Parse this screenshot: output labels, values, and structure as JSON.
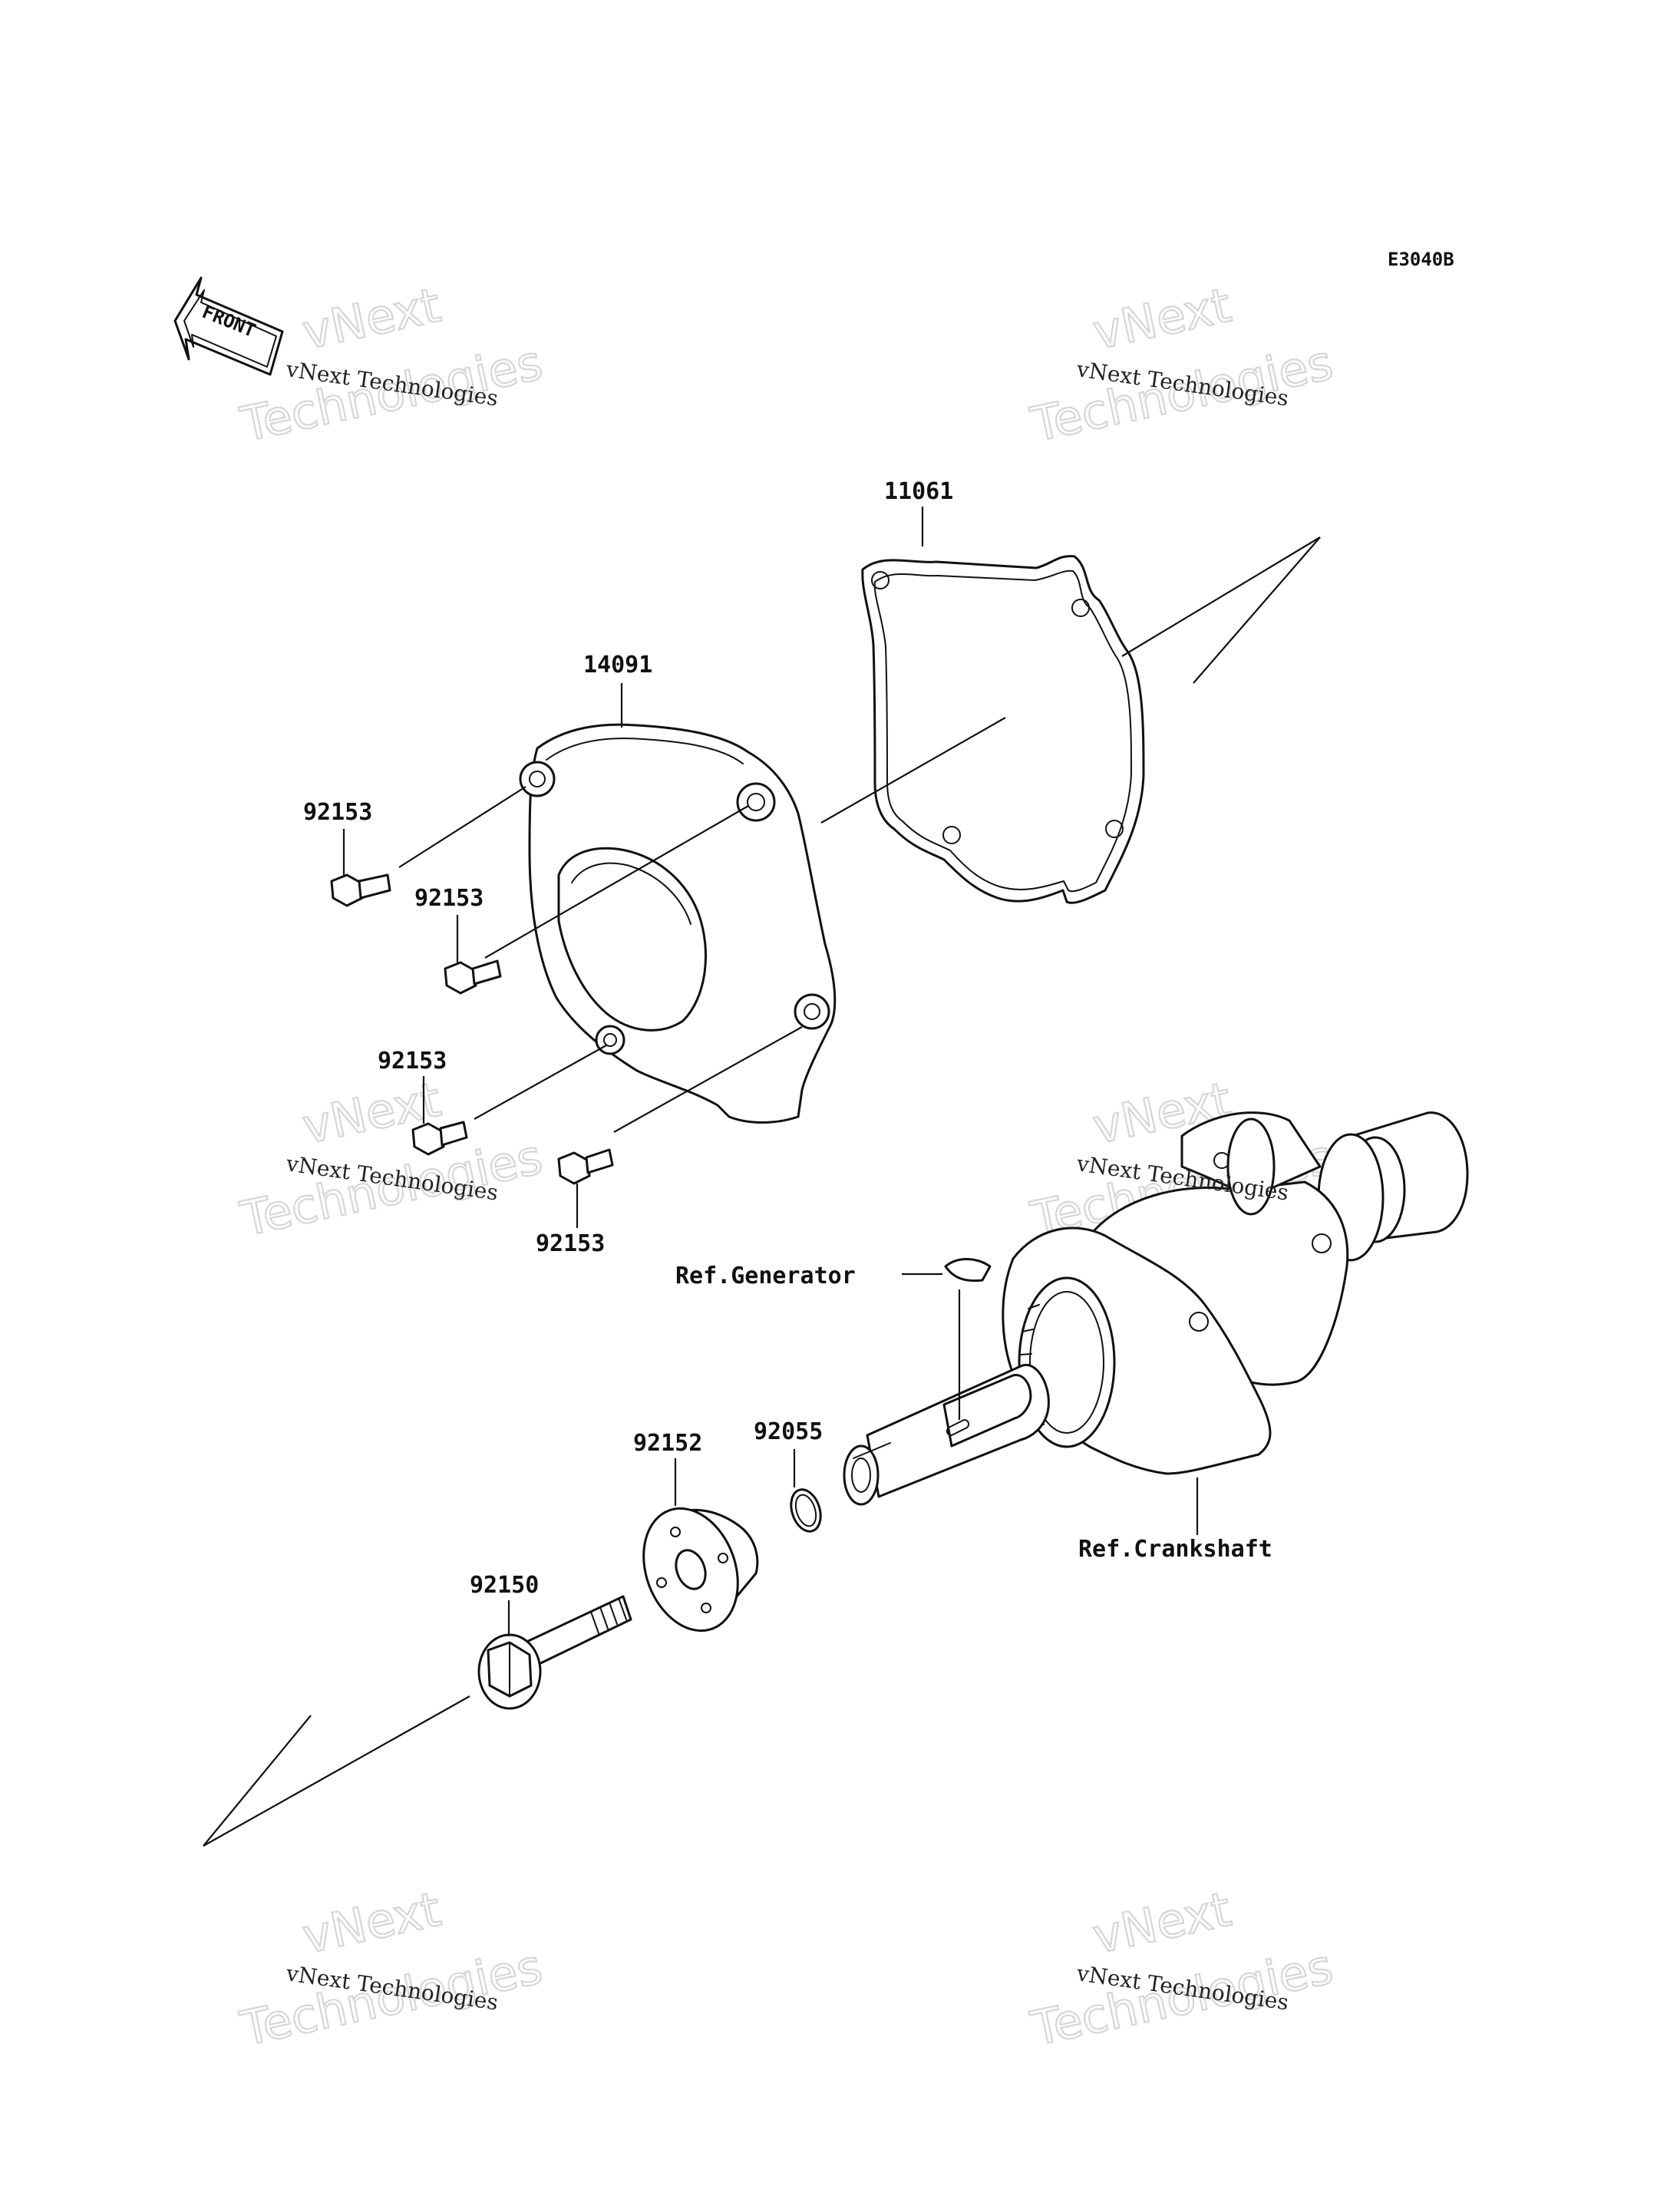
{
  "diagram": {
    "code": "E3040B",
    "front_label": "FRONT",
    "parts": [
      {
        "id": "gasket",
        "number": "11061"
      },
      {
        "id": "cover",
        "number": "14091"
      },
      {
        "id": "bolt-a",
        "number": "92153"
      },
      {
        "id": "bolt-b",
        "number": "92153"
      },
      {
        "id": "bolt-c",
        "number": "92153"
      },
      {
        "id": "bolt-d",
        "number": "92153"
      },
      {
        "id": "flange",
        "number": "92152"
      },
      {
        "id": "oring",
        "number": "92055"
      },
      {
        "id": "main-bolt",
        "number": "92150"
      }
    ],
    "references": {
      "generator": "Ref.Generator",
      "crankshaft": "Ref.Crankshaft"
    }
  },
  "watermark": {
    "company": "vNext Technologies",
    "word1": "vNext",
    "word2": "Technologies"
  }
}
